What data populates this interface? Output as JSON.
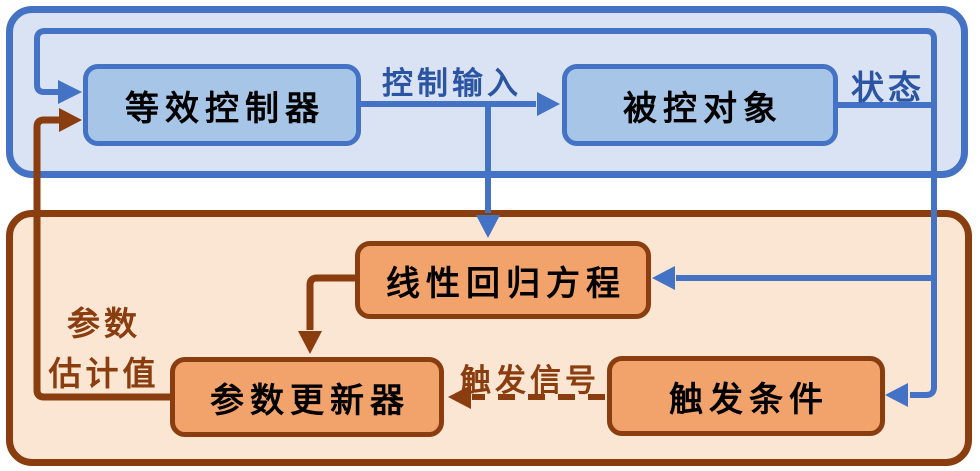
{
  "diagram": {
    "blocks": {
      "equivalent_controller": "等效控制器",
      "controlled_plant": "被控对象",
      "linear_regression": "线性回归方程",
      "parameter_updater": "参数更新器",
      "trigger_condition": "触发条件"
    },
    "signals": {
      "control_input": "控制输入",
      "state": "状态",
      "parameter_estimate_line1": "参数",
      "parameter_estimate_line2": "估计值",
      "trigger_signal": "触发信号"
    }
  },
  "colors": {
    "blue_line": "#4472C4",
    "blue_container_fill": "#DAE3F3",
    "blue_box_fill": "#A7C5E6",
    "blue_text": "#2B55A3",
    "brown_line": "#8A3D0E",
    "orange_container_fill": "#FBE5D3",
    "orange_box_fill": "#F2A36C",
    "box_text": "#000000"
  }
}
